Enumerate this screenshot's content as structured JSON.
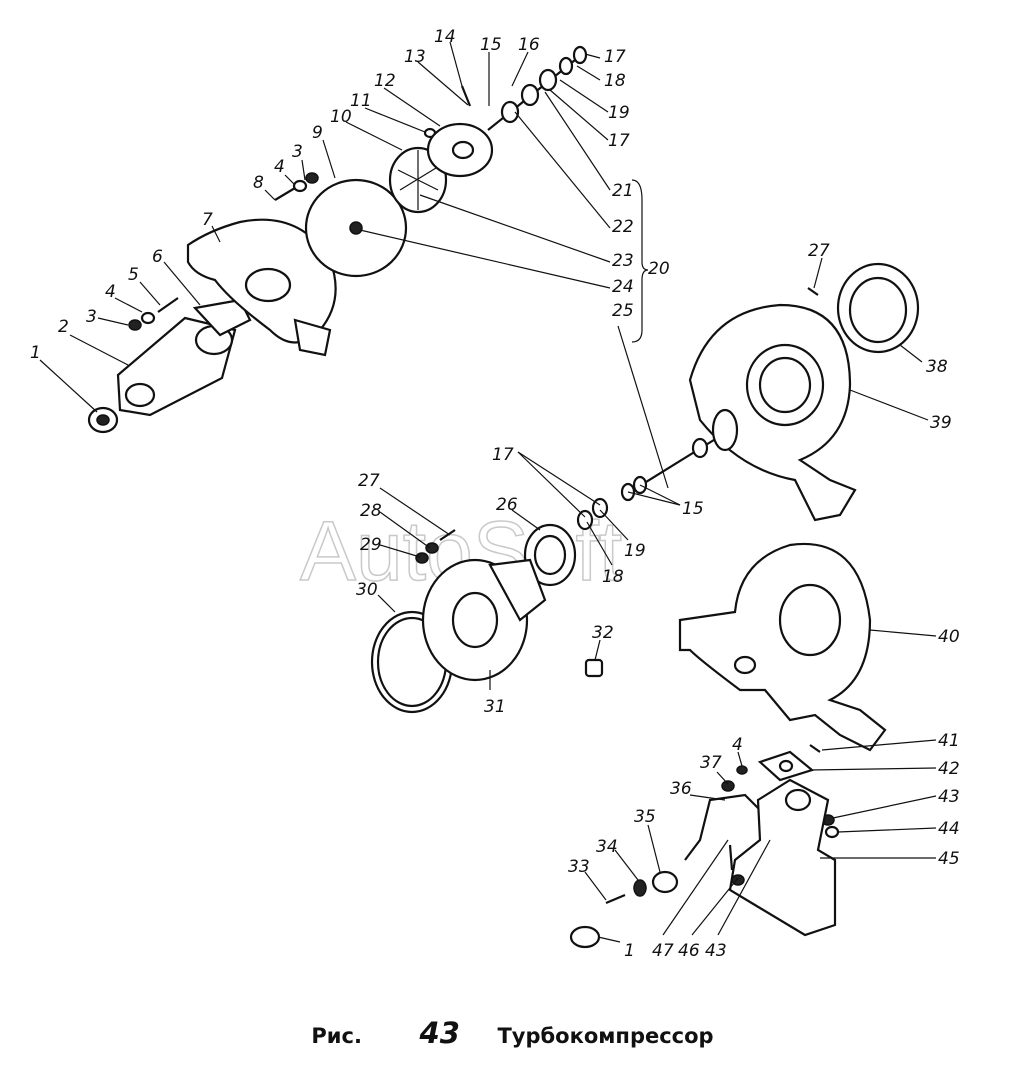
{
  "watermark": "AutoSoft",
  "caption": {
    "prefix": "Рис.",
    "number": "43",
    "title": "Турбокомпрессор"
  },
  "callouts": [
    {
      "id": "c1a",
      "text": "1"
    },
    {
      "id": "c2",
      "text": "2"
    },
    {
      "id": "c3a",
      "text": "3"
    },
    {
      "id": "c4a",
      "text": "4"
    },
    {
      "id": "c5",
      "text": "5"
    },
    {
      "id": "c6",
      "text": "6"
    },
    {
      "id": "c7",
      "text": "7"
    },
    {
      "id": "c8",
      "text": "8"
    },
    {
      "id": "c3b",
      "text": "3"
    },
    {
      "id": "c4b",
      "text": "4"
    },
    {
      "id": "c9",
      "text": "9"
    },
    {
      "id": "c10",
      "text": "10"
    },
    {
      "id": "c11",
      "text": "11"
    },
    {
      "id": "c12",
      "text": "12"
    },
    {
      "id": "c13",
      "text": "13"
    },
    {
      "id": "c14",
      "text": "14"
    },
    {
      "id": "c15a",
      "text": "15"
    },
    {
      "id": "c16",
      "text": "16"
    },
    {
      "id": "c17a",
      "text": "17"
    },
    {
      "id": "c18a",
      "text": "18"
    },
    {
      "id": "c19a",
      "text": "19"
    },
    {
      "id": "c17b",
      "text": "17"
    },
    {
      "id": "c21",
      "text": "21"
    },
    {
      "id": "c22",
      "text": "22"
    },
    {
      "id": "c23",
      "text": "23"
    },
    {
      "id": "c24",
      "text": "24"
    },
    {
      "id": "c25",
      "text": "25"
    },
    {
      "id": "c20",
      "text": "20"
    },
    {
      "id": "c27a",
      "text": "27"
    },
    {
      "id": "c38",
      "text": "38"
    },
    {
      "id": "c39",
      "text": "39"
    },
    {
      "id": "c17c",
      "text": "17"
    },
    {
      "id": "c15b",
      "text": "15"
    },
    {
      "id": "c19b",
      "text": "19"
    },
    {
      "id": "c18b",
      "text": "18"
    },
    {
      "id": "c26",
      "text": "26"
    },
    {
      "id": "c27b",
      "text": "27"
    },
    {
      "id": "c28",
      "text": "28"
    },
    {
      "id": "c29",
      "text": "29"
    },
    {
      "id": "c30",
      "text": "30"
    },
    {
      "id": "c31",
      "text": "31"
    },
    {
      "id": "c32",
      "text": "32"
    },
    {
      "id": "c40",
      "text": "40"
    },
    {
      "id": "c41",
      "text": "41"
    },
    {
      "id": "c42",
      "text": "42"
    },
    {
      "id": "c37",
      "text": "37"
    },
    {
      "id": "c4c",
      "text": "4"
    },
    {
      "id": "c43a",
      "text": "43"
    },
    {
      "id": "c36",
      "text": "36"
    },
    {
      "id": "c44",
      "text": "44"
    },
    {
      "id": "c35",
      "text": "35"
    },
    {
      "id": "c45",
      "text": "45"
    },
    {
      "id": "c34",
      "text": "34"
    },
    {
      "id": "c33",
      "text": "33"
    },
    {
      "id": "c1b",
      "text": "1"
    },
    {
      "id": "c47",
      "text": "47"
    },
    {
      "id": "c46",
      "text": "46"
    },
    {
      "id": "c43b",
      "text": "43"
    }
  ]
}
